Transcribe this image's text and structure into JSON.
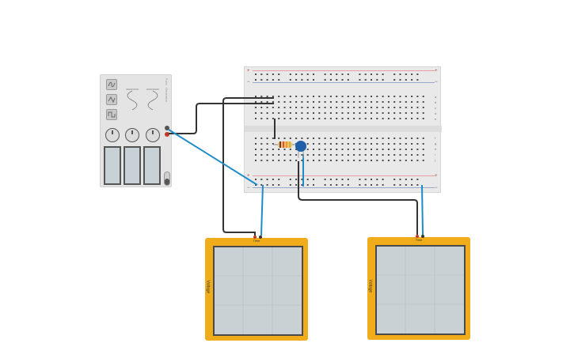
{
  "function_generator": {
    "top_label": "Func",
    "brand_label": "Generator",
    "waveforms": [
      "sine",
      "triangle",
      "square"
    ],
    "power_switch": "off",
    "colors": {
      "positive_terminal": "#c0392b",
      "negative_terminal": "#555555"
    }
  },
  "breadboard": {
    "plus_sign": "+",
    "minus_sign": "−",
    "row_letters_top": [
      "a",
      "b",
      "c",
      "d",
      "e"
    ],
    "row_letters_bottom": [
      "f",
      "g",
      "h",
      "i",
      "j"
    ],
    "colors": {
      "plus_rail": "#d9534f",
      "minus_rail": "#5b7bb5"
    }
  },
  "components": {
    "resistor": {
      "bands": [
        "#6d3b1f",
        "#e74c3c",
        "#f39c12",
        "#d4af37"
      ]
    },
    "capacitor": {
      "color": "#1f5fa8"
    }
  },
  "oscilloscopes": [
    {
      "title": "Time",
      "axis_label": "Voltage"
    },
    {
      "title": "Time",
      "axis_label": "Voltage"
    }
  ],
  "wire_colors": {
    "signal": "#1e8cc8",
    "ground": "#333333"
  }
}
